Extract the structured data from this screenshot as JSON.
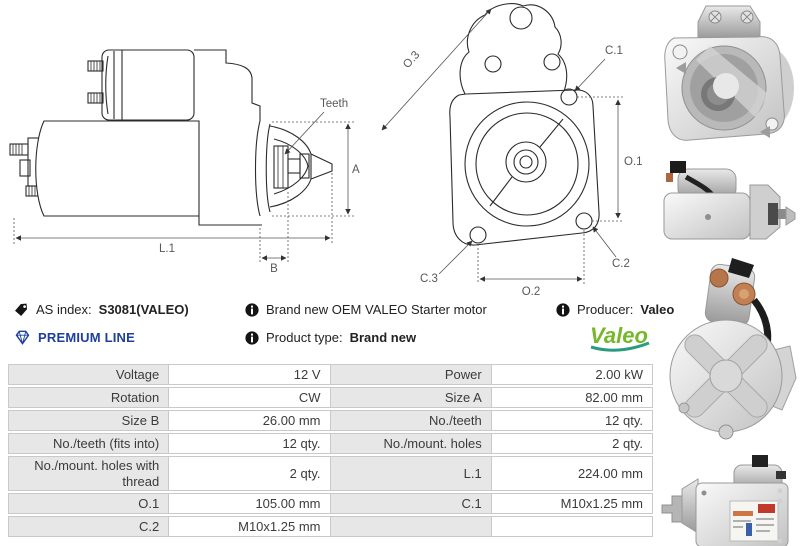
{
  "header": {
    "as_index_label": "AS index:",
    "as_index_value": "S3081(VALEO)",
    "premium_line_label": "PREMIUM LINE",
    "description": "Brand new OEM VALEO Starter motor",
    "product_type_label": "Product type:",
    "product_type_value": "Brand new",
    "producer_label": "Producer:",
    "producer_value": "Valeo",
    "brand_logo_text": "Valeo"
  },
  "drawings": {
    "side_view": {
      "teeth": "Teeth",
      "a": "A",
      "l1": "L.1",
      "b": "B"
    },
    "front_view": {
      "o3": "O.3",
      "c1": "C.1",
      "o1": "O.1",
      "c2": "C.2",
      "c3": "C.3",
      "o2": "O.2"
    }
  },
  "photos": [
    {
      "name": "starter-front-view-photo"
    },
    {
      "name": "starter-side-view-photo"
    },
    {
      "name": "starter-rear-view-photo"
    },
    {
      "name": "starter-labeled-side-photo"
    }
  ],
  "specs": {
    "rows": [
      {
        "label1": "Voltage",
        "value1": "12 V",
        "label2": "Power",
        "value2": "2.00 kW"
      },
      {
        "label1": "Rotation",
        "value1": "CW",
        "label2": "Size A",
        "value2": "82.00 mm"
      },
      {
        "label1": "Size B",
        "value1": "26.00 mm",
        "label2": "No./teeth",
        "value2": "12 qty."
      },
      {
        "label1": "No./teeth (fits into)",
        "value1": "12 qty.",
        "label2": "No./mount. holes",
        "value2": "2 qty."
      },
      {
        "label1": "No./mount. holes with thread",
        "value1": "2 qty.",
        "label2": "L.1",
        "value2": "224.00 mm"
      },
      {
        "label1": "O.1",
        "value1": "105.00 mm",
        "label2": "C.1",
        "value2": "M10x1.25 mm"
      },
      {
        "label1": "C.2",
        "value1": "M10x1.25 mm",
        "label2": "",
        "value2": ""
      }
    ]
  },
  "colors": {
    "premium_blue": "#1e3f9c",
    "valeo_green": "#76b82a",
    "valeo_swoosh": "#2a9b82",
    "table_label_bg": "#e7e7e7",
    "table_border": "#c9c9c9",
    "text": "#3b3b3b"
  }
}
